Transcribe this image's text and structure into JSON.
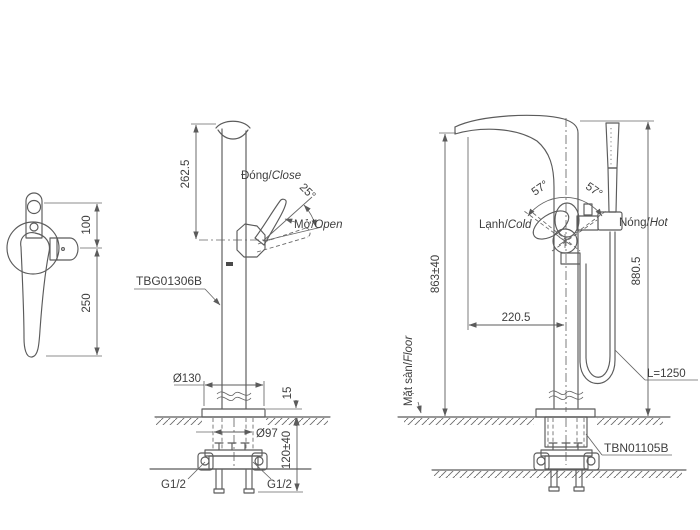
{
  "drawing": {
    "handle_view": {
      "dim_upper": "100",
      "dim_lower": "250"
    },
    "front_view": {
      "dim_height": "262.5",
      "close_angle": "25°",
      "close_label": {
        "vi": "Đóng/",
        "en": "Close"
      },
      "open_label": {
        "vi": "Mở/",
        "en": "Open"
      },
      "model": "TBG01306B",
      "dim_base_diameter": "Ø130",
      "dim_plate_height": "15",
      "dim_rough_in_diameter": "Ø97",
      "dim_embed_depth": "120±40",
      "inlet_left": "G1/2",
      "inlet_right": "G1/2"
    },
    "side_view": {
      "angle_cold": "57°",
      "angle_hot": "57°",
      "cold_label": {
        "vi": "Lạnh/",
        "en": "Cold"
      },
      "hot_label": {
        "vi": "Nóng/",
        "en": "Hot"
      },
      "dim_spout_height": "863±40",
      "dim_total_height": "880.5",
      "dim_spout_reach": "220.5",
      "floor_label": {
        "vi": "Mặt sàn/",
        "en": "Floor"
      },
      "hose_length": "L=1250",
      "rough_in_model": "TBN01105B"
    },
    "colors": {
      "line": "#5b5b5b",
      "text": "#3e3e3e",
      "background": "#ffffff"
    }
  }
}
